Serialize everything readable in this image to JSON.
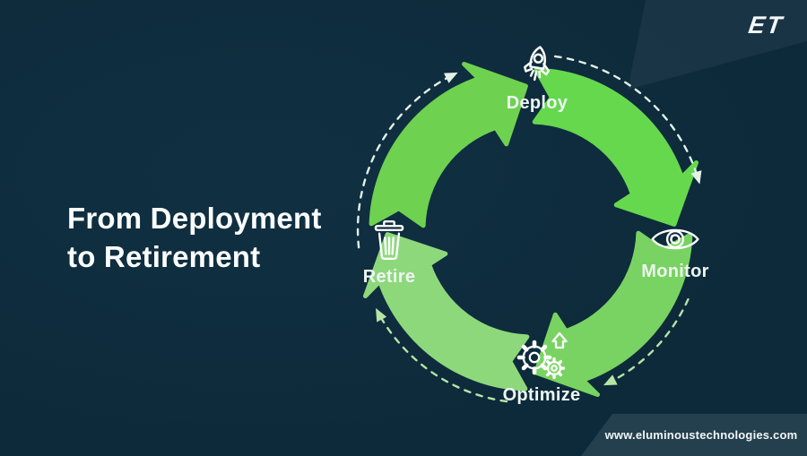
{
  "brand": {
    "logo_text": "ET",
    "website": "www.eluminoustechnologies.com"
  },
  "headline": {
    "line1": "From Deployment",
    "line2": "to Retirement"
  },
  "cycle": {
    "type": "circular-process",
    "direction": "clockwise",
    "steps": [
      {
        "label": "Deploy",
        "icon": "rocket-icon",
        "position": "top"
      },
      {
        "label": "Monitor",
        "icon": "eye-icon",
        "position": "right"
      },
      {
        "label": "Optimize",
        "icon": "gears-up-arrow-icon",
        "position": "bottom"
      },
      {
        "label": "Retire",
        "icon": "trash-icon",
        "position": "left"
      }
    ]
  },
  "theme": {
    "bg": "#0d2a3a",
    "panel": "#24404f",
    "arrow-green-1": "#6fd150",
    "arrow-green-2": "#66d84e",
    "arrow-green-3": "#79d362",
    "arrow-green-4": "#8ed87c",
    "dash-light": "#e4f1e8",
    "dash-green": "#b5e5a4"
  }
}
